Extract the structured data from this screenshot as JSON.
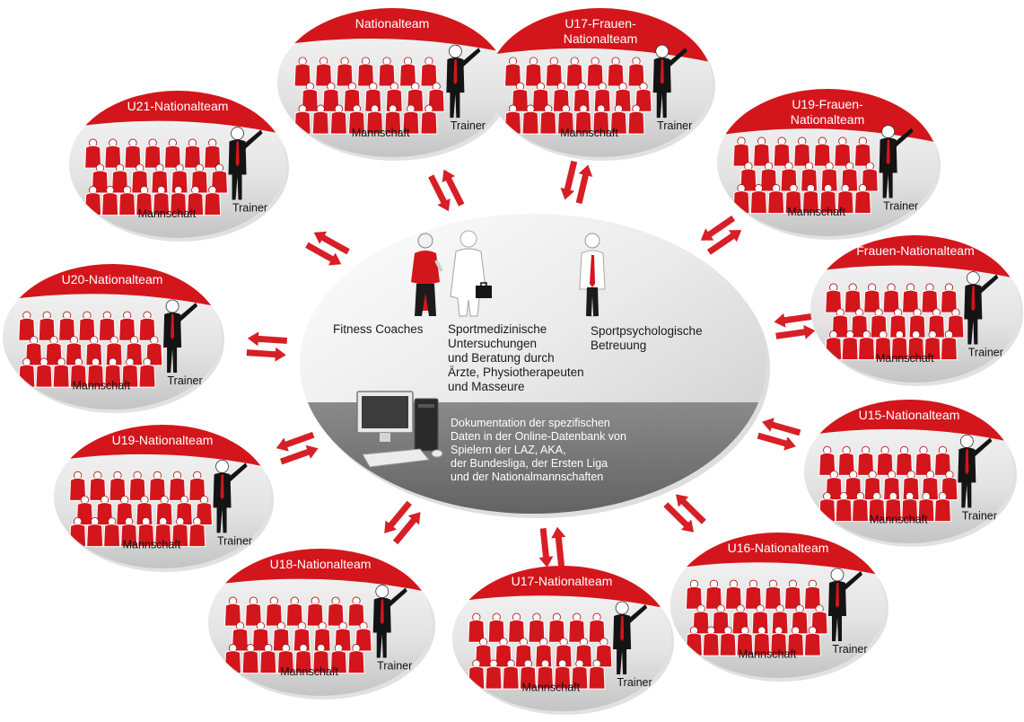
{
  "colors": {
    "red": "#d3161c",
    "dark_red": "#a80e12",
    "grey_light": "#efefef",
    "grey_mid": "#c9c9c9",
    "grey_dark": "#6b6b6b",
    "suit": "#141414",
    "arrow_red": "#d61f26",
    "arrow_grey": "#9a9a9a"
  },
  "labels": {
    "team": "Mannschaft",
    "coach": "Trainer"
  },
  "teams": [
    {
      "id": "nationalteam",
      "title": "Nationalteam"
    },
    {
      "id": "u17-frauen",
      "title": "U17-Frauen-\nNationalteam"
    },
    {
      "id": "u19-frauen",
      "title": "U19-Frauen-\nNationalteam"
    },
    {
      "id": "frauen",
      "title": "Frauen-Nationalteam"
    },
    {
      "id": "u15",
      "title": "U15-Nationalteam"
    },
    {
      "id": "u16",
      "title": "U16-Nationalteam"
    },
    {
      "id": "u17",
      "title": "U17-Nationalteam"
    },
    {
      "id": "u18",
      "title": "U18-Nationalteam"
    },
    {
      "id": "u19",
      "title": "U19-Nationalteam"
    },
    {
      "id": "u20",
      "title": "U20-Nationalteam"
    },
    {
      "id": "u21",
      "title": "U21-Nationalteam"
    }
  ],
  "hub": {
    "fitness": "Fitness Coaches",
    "medical": "Sportmedizinische\nUntersuchungen\nund Beratung durch\nÄrzte, Physiotherapeuten\nund Masseure",
    "psych": "Sportpsychologische\nBetreuung",
    "database": "Dokumentation der spezifischen\nDaten in der Online-Datenbank von\nSpielern der LAZ, AKA,\nder Bundesliga, der Ersten Liga\nund der Nationalmannschaften",
    "icons": [
      "fitness-coach-icon",
      "doctor-icon",
      "psychologist-icon",
      "computer-icon"
    ]
  }
}
